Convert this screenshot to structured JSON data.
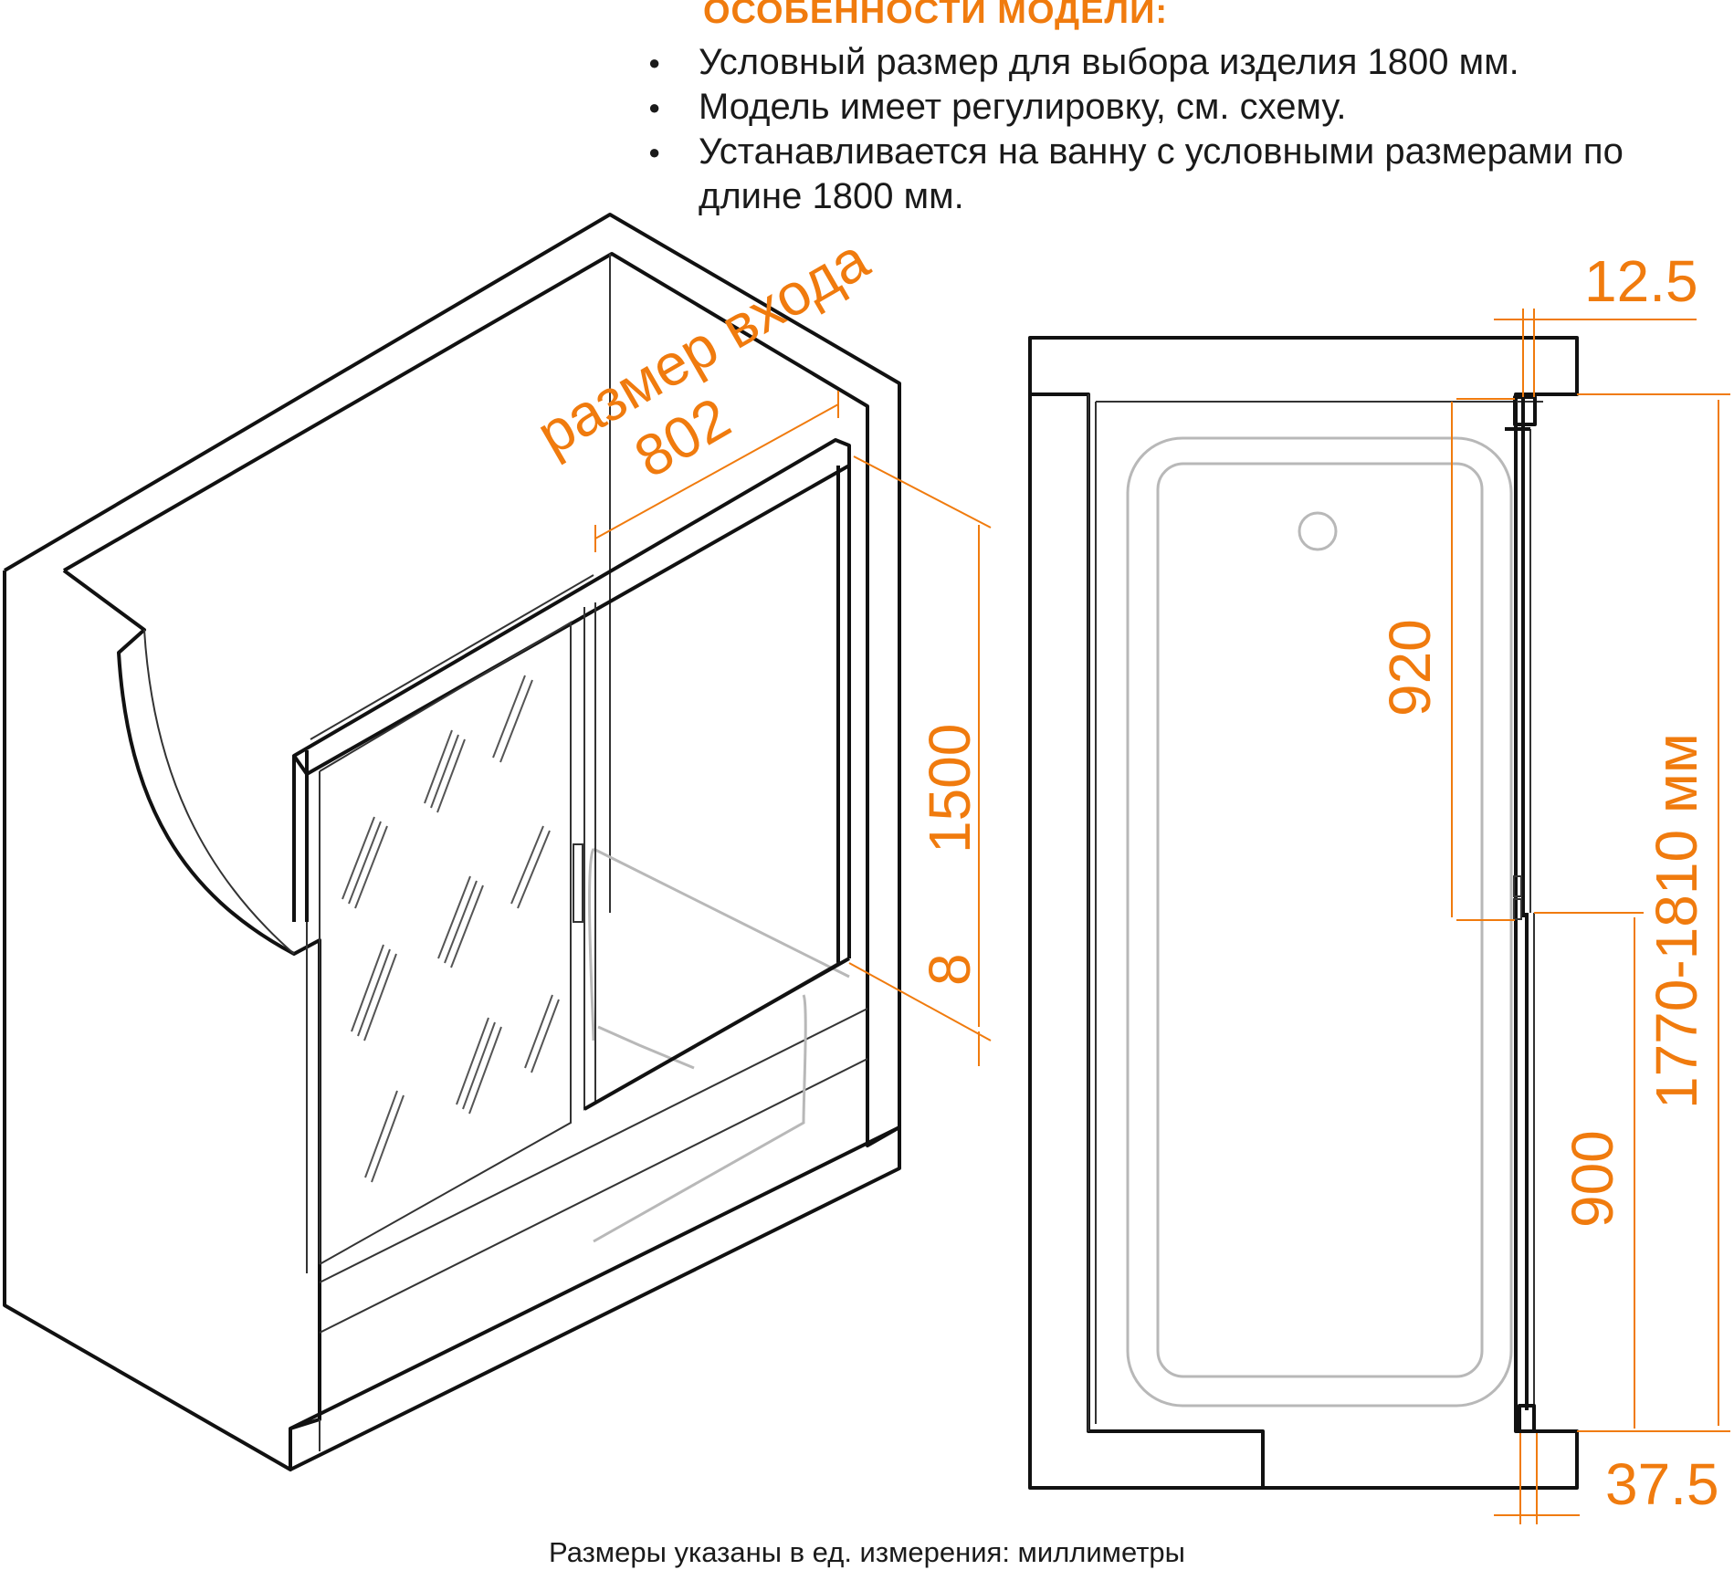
{
  "features": {
    "heading": "ОСОБЕННОСТИ МОДЕЛИ:",
    "items": [
      "Условный размер для выбора изделия 1800 мм.",
      "Модель имеет регулировку, см. схему.",
      "Устанавливается на ванну с условными размерами по длине 1800 мм."
    ]
  },
  "iso_view": {
    "entrance_label": "размер входа",
    "entrance_width": "802",
    "height": "1500",
    "gap": "8"
  },
  "plan_view": {
    "profile_thickness": "12.5",
    "fixed_panel": "920",
    "sliding_panel": "900",
    "total_width": "1770-1810 мм",
    "offset": "37.5"
  },
  "footer": {
    "note": "Размеры указаны в ед. измерения: миллиметры"
  },
  "colors": {
    "accent": "#f07b0e",
    "line": "#111111",
    "muted": "#b8b8b8"
  }
}
